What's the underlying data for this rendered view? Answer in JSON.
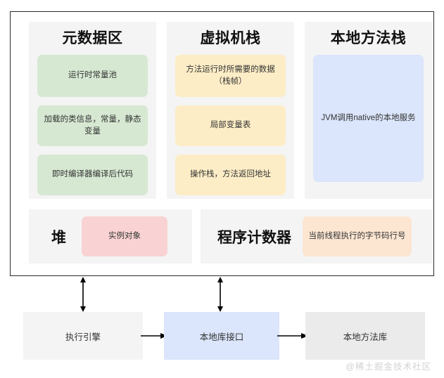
{
  "runtime_area": {
    "columns": [
      {
        "id": "metaspace",
        "title": "元数据区",
        "cells": [
          "运行时常量池",
          "加载的类信息，常量，静态变量",
          "即时编译器编译后代码"
        ],
        "color": "#d6e8d2"
      },
      {
        "id": "vmstack",
        "title": "虚拟机栈",
        "cells": [
          "方法运行时所需要的数据（栈帧）",
          "局部变量表",
          "操作栈，方法返回地址"
        ],
        "color": "#fdedc6"
      },
      {
        "id": "nativestack",
        "title": "本地方法栈",
        "cells": [
          "JVM调用native的本地服务"
        ],
        "color": "#dbe5fb"
      }
    ],
    "panels": [
      {
        "id": "heap",
        "title": "堆",
        "cell": "实例对象",
        "color": "#f9d3d3"
      },
      {
        "id": "program-counter",
        "title": "程序计数器",
        "cell": "当前线程执行的字节码行号",
        "color": "#fce6d2"
      }
    ]
  },
  "bottom_row": {
    "boxes": [
      {
        "id": "execution-engine",
        "label": "执行引擎",
        "color": "#f4f4f4"
      },
      {
        "id": "native-interface",
        "label": "本地库接口",
        "color": "#dbe5fb"
      },
      {
        "id": "native-method-library",
        "label": "本地方法库",
        "color": "#ebebeb"
      }
    ]
  },
  "connectors": {
    "vertical_left": "double-arrow",
    "vertical_right": "double-arrow",
    "horizontal_1": "arrow-right",
    "horizontal_2": "arrow-right"
  },
  "watermark": "@稀土掘金技术社区"
}
